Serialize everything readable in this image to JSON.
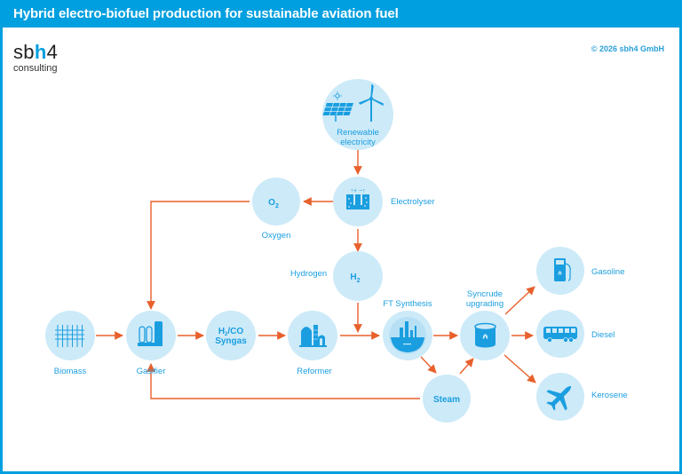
{
  "header": {
    "title": "Hybrid electro-biofuel production for sustainable aviation fuel"
  },
  "logo": {
    "prefix": "sb",
    "highlight": "h",
    "suffix": "4",
    "subtitle": "consulting"
  },
  "copyright": "© 2026 sbh4 GmbH",
  "colors": {
    "header": "#009fe0",
    "node_fill": "#cdeaf8",
    "icon": "#1a9ee0",
    "arrow": "#e8602c"
  },
  "nodes": {
    "renewable": {
      "label_line1": "Renewable",
      "label_line2": "electricity",
      "icon": "solar-wind-icon"
    },
    "electrolyser": {
      "label": "Electrolyser",
      "icon": "electrolyser-icon",
      "icon_text": "↑+ −↑"
    },
    "oxygen": {
      "symbol": "O",
      "subscript": "2",
      "label": "Oxygen"
    },
    "hydrogen": {
      "symbol": "H",
      "subscript": "2",
      "label": "Hydrogen"
    },
    "biomass": {
      "label": "Biomass",
      "icon": "crops-icon"
    },
    "gasifier": {
      "label": "Gasifier",
      "icon": "gasifier-icon"
    },
    "syngas": {
      "line1_a": "H",
      "line1_sub": "2",
      "line1_b": "/CO",
      "line2": "Syngas"
    },
    "reformer": {
      "label": "Reformer",
      "icon": "reformer-icon"
    },
    "ft": {
      "label": "FT Synthesis",
      "icon": "refinery-icon"
    },
    "steam": {
      "label": "Steam"
    },
    "syncrude": {
      "label_line1": "Syncrude",
      "label_line2": "upgrading",
      "icon": "tank-icon"
    },
    "gasoline": {
      "label": "Gasoline",
      "icon": "fuel-pump-icon"
    },
    "diesel": {
      "label": "Diesel",
      "icon": "bus-icon"
    },
    "kerosene": {
      "label": "Kerosene",
      "icon": "airplane-icon"
    }
  }
}
